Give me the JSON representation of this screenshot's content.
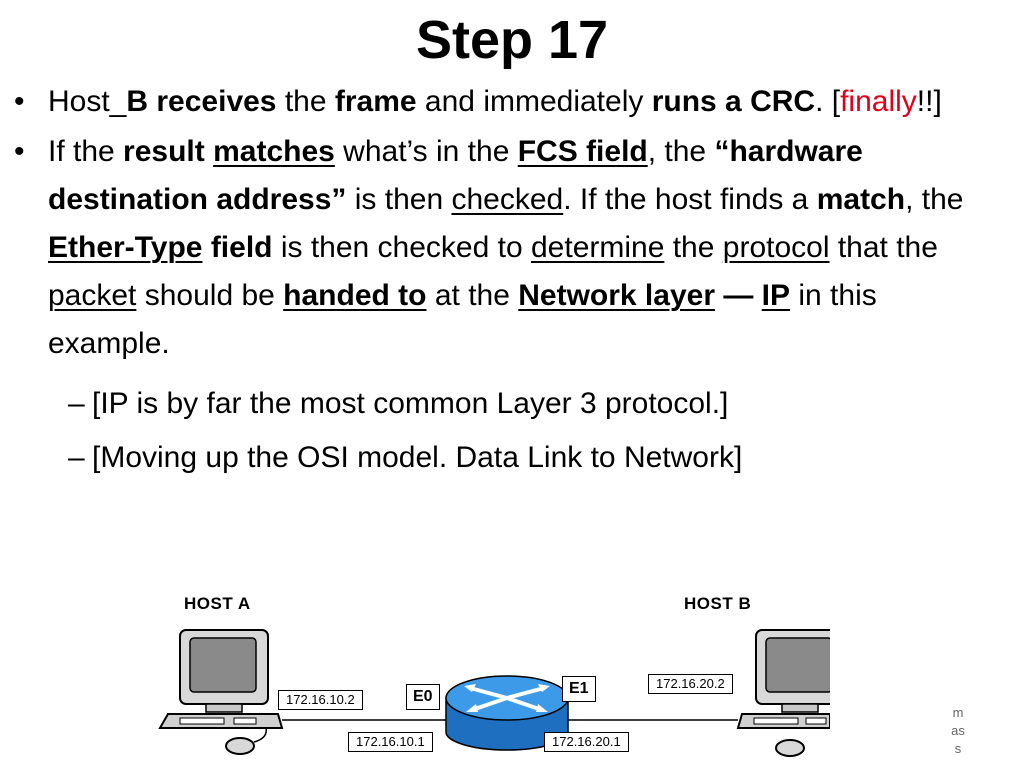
{
  "slide": {
    "title": "Step 17",
    "bullet1": {
      "t1": "Host_",
      "t2": "B receives",
      "t3": " the ",
      "t4": "frame",
      "t5": " and immediately ",
      "t6": "runs a CRC",
      "t7": ".  [",
      "t8": "finally",
      "t9": "!!]"
    },
    "bullet2": {
      "t1": "If the ",
      "t2": "result",
      "t3": " ",
      "t4": "matches",
      "t5": " what’s in the ",
      "t6": "FCS field",
      "t7": ", the ",
      "t8": "“hardware destination address”",
      "t9": " is then ",
      "t10": "checked",
      "t11": ". If the host finds a ",
      "t12": "match",
      "t13": ", the ",
      "t14": "Ether-Type",
      "t15": " ",
      "t16": "field",
      "t17": " is then checked to ",
      "t18": "determine",
      "t19": " the ",
      "t20": "protocol",
      "t21": " that the ",
      "t22": "packet",
      "t23": " should be ",
      "t24": "handed to",
      "t25": " at the ",
      "t26": "Network layer",
      "t27": " — ",
      "t28": "IP",
      "t29": " in this example."
    },
    "sub1": "[IP is by far the most common Layer 3 protocol.]",
    "sub2": "[Moving up the OSI model. Data Link to Network]"
  },
  "diagram": {
    "host_a": "HOST A",
    "host_b": "HOST B",
    "ip_a": "172.16.10.2",
    "ip_b": "172.16.20.2",
    "gw_a": "172.16.10.1",
    "gw_b": "172.16.20.1",
    "e0": "E0",
    "e1": "E1"
  },
  "watermark": {
    "l1": "m",
    "l2": "as",
    "l3": "s"
  },
  "colors": {
    "accent_red": "#e0001a",
    "router_blue": "#2f8fe0"
  }
}
